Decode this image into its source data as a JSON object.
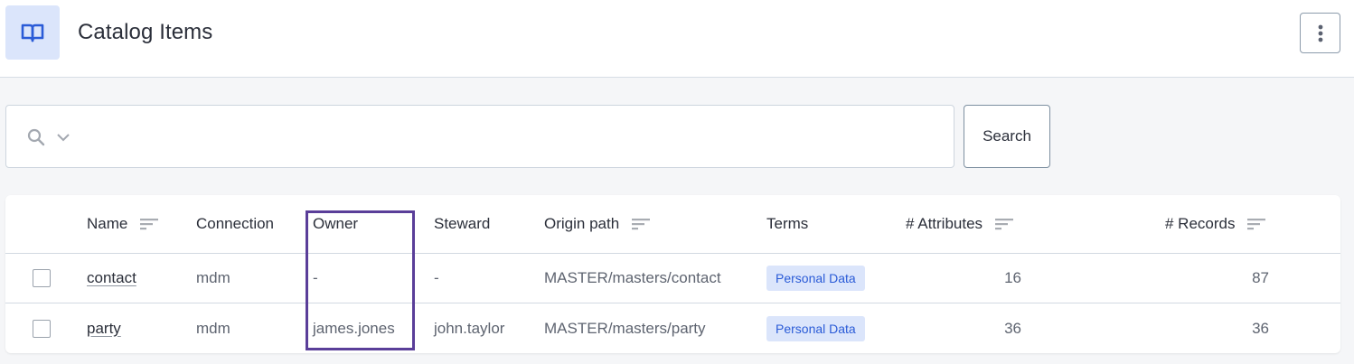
{
  "header": {
    "title": "Catalog Items",
    "icon": "book-open-icon",
    "menu_icon": "kebab-vertical-icon"
  },
  "search": {
    "placeholder": "",
    "value": "",
    "search_icon": "magnifier-icon",
    "dropdown_icon": "chevron-down-icon",
    "button_label": "Search"
  },
  "table": {
    "columns": [
      {
        "key": "name",
        "label": "Name",
        "sortable": true
      },
      {
        "key": "connection",
        "label": "Connection",
        "sortable": false
      },
      {
        "key": "owner",
        "label": "Owner",
        "sortable": false
      },
      {
        "key": "steward",
        "label": "Steward",
        "sortable": false
      },
      {
        "key": "origin_path",
        "label": "Origin path",
        "sortable": true
      },
      {
        "key": "terms",
        "label": "Terms",
        "sortable": false
      },
      {
        "key": "attributes",
        "label": "# Attributes",
        "sortable": true
      },
      {
        "key": "records",
        "label": "# Records",
        "sortable": true
      }
    ],
    "rows": [
      {
        "checked": false,
        "name": "contact",
        "connection": "mdm",
        "owner": "-",
        "steward": "-",
        "origin_path": "MASTER/masters/contact",
        "terms": "Personal Data",
        "attributes": "16",
        "records": "87"
      },
      {
        "checked": false,
        "name": "party",
        "connection": "mdm",
        "owner": "james.jones",
        "steward": "john.taylor",
        "origin_path": "MASTER/masters/party",
        "terms": "Personal Data",
        "attributes": "36",
        "records": "36"
      }
    ]
  },
  "highlight": {
    "target": "Owner column",
    "color": "#5a3e99"
  },
  "colors": {
    "accent": "#2a5bd7",
    "accent_bg": "#dbe5fb",
    "page_bg": "#f5f6f8",
    "text": "#2b2f3a",
    "muted_text": "#5e6470"
  }
}
